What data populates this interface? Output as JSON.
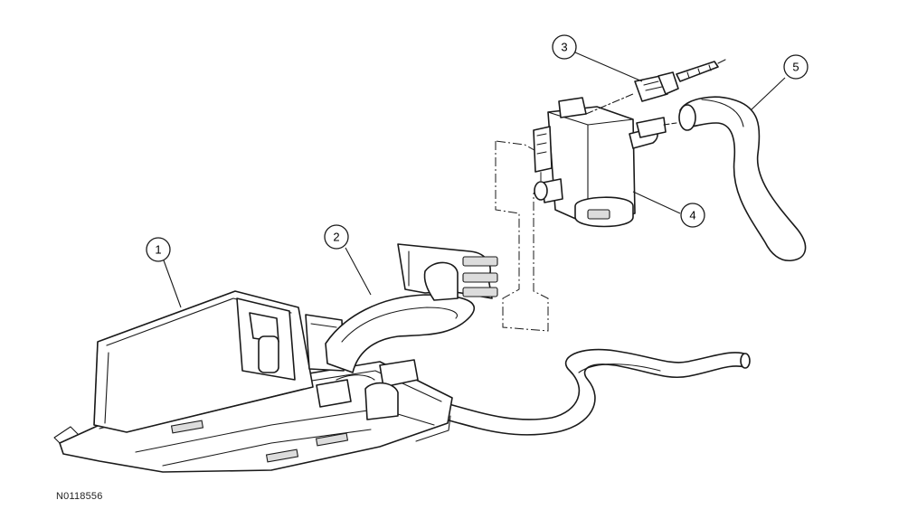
{
  "diagram": {
    "reference_code": "N0118556",
    "callouts": [
      {
        "number": "1"
      },
      {
        "number": "2"
      },
      {
        "number": "3"
      },
      {
        "number": "4"
      },
      {
        "number": "5"
      }
    ]
  }
}
